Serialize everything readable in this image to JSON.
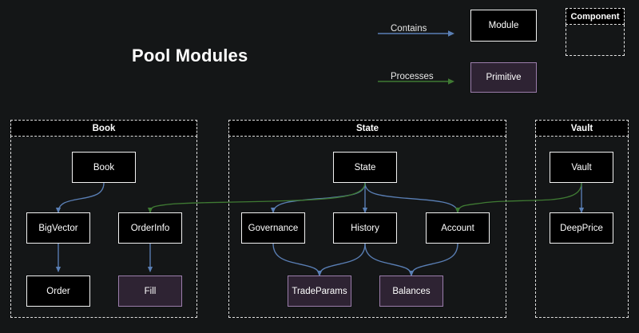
{
  "page": {
    "title": "Pool Modules",
    "background_color": "#141617"
  },
  "colors": {
    "contains_edge": "#5a7fb5",
    "processes_edge": "#3f7a33",
    "module_fill": "#000000",
    "module_border": "#f2f2f2",
    "primitive_fill": "#2e2333",
    "primitive_border": "#9b7dab",
    "group_border": "#dedede",
    "text": "#ffffff"
  },
  "legend": {
    "contains_label": "Contains",
    "processes_label": "Processes",
    "module_label": "Module",
    "primitive_label": "Primitive",
    "component_label": "Component"
  },
  "groups": [
    {
      "id": "book",
      "label": "Book"
    },
    {
      "id": "state",
      "label": "State"
    },
    {
      "id": "vault",
      "label": "Vault"
    }
  ],
  "nodes": [
    {
      "id": "book",
      "label": "Book",
      "group": "book",
      "type": "module"
    },
    {
      "id": "bigvector",
      "label": "BigVector",
      "group": "book",
      "type": "module"
    },
    {
      "id": "orderinfo",
      "label": "OrderInfo",
      "group": "book",
      "type": "module"
    },
    {
      "id": "order",
      "label": "Order",
      "group": "book",
      "type": "module"
    },
    {
      "id": "fill",
      "label": "Fill",
      "group": "book",
      "type": "primitive"
    },
    {
      "id": "state",
      "label": "State",
      "group": "state",
      "type": "module"
    },
    {
      "id": "governance",
      "label": "Governance",
      "group": "state",
      "type": "module"
    },
    {
      "id": "history",
      "label": "History",
      "group": "state",
      "type": "module"
    },
    {
      "id": "account",
      "label": "Account",
      "group": "state",
      "type": "module"
    },
    {
      "id": "tradeparams",
      "label": "TradeParams",
      "group": "state",
      "type": "primitive"
    },
    {
      "id": "balances",
      "label": "Balances",
      "group": "state",
      "type": "primitive"
    },
    {
      "id": "vault",
      "label": "Vault",
      "group": "vault",
      "type": "module"
    },
    {
      "id": "deepprice",
      "label": "DeepPrice",
      "group": "vault",
      "type": "module"
    }
  ],
  "edges": [
    {
      "from": "book",
      "to": "bigvector",
      "kind": "contains"
    },
    {
      "from": "bigvector",
      "to": "order",
      "kind": "contains"
    },
    {
      "from": "orderinfo",
      "to": "fill",
      "kind": "contains"
    },
    {
      "from": "state",
      "to": "governance",
      "kind": "contains"
    },
    {
      "from": "state",
      "to": "history",
      "kind": "contains"
    },
    {
      "from": "state",
      "to": "account",
      "kind": "contains"
    },
    {
      "from": "governance",
      "to": "tradeparams",
      "kind": "contains"
    },
    {
      "from": "history",
      "to": "tradeparams",
      "kind": "contains"
    },
    {
      "from": "history",
      "to": "balances",
      "kind": "contains"
    },
    {
      "from": "account",
      "to": "balances",
      "kind": "contains"
    },
    {
      "from": "vault",
      "to": "deepprice",
      "kind": "contains"
    },
    {
      "from": "state",
      "to": "orderinfo",
      "kind": "processes"
    },
    {
      "from": "vault",
      "to": "account",
      "kind": "processes"
    }
  ]
}
